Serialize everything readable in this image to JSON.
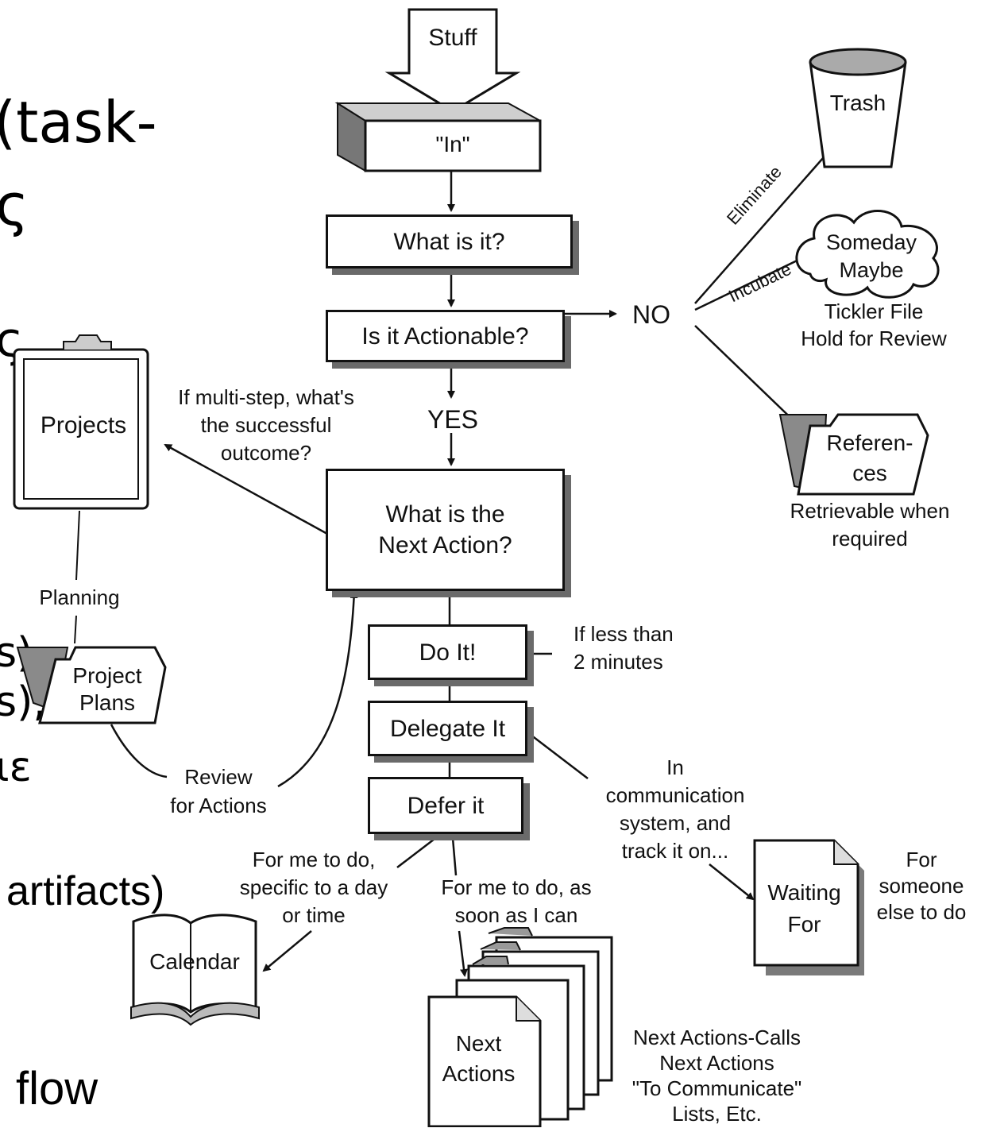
{
  "slide_text": {
    "line1": "(task-",
    "line2": "ς",
    "line3": "ς",
    "line4": "s)",
    "line5": "s),",
    "line6": "ιε",
    "line7": "artifacts)",
    "line8": "flow"
  },
  "flow": {
    "stuff": "Stuff",
    "in": "\"In\"",
    "what_is_it": "What is it?",
    "is_actionable": "Is it Actionable?",
    "no": "NO",
    "yes": "YES",
    "next_action_line1": "What is the",
    "next_action_line2": "Next Action?",
    "do_it": "Do It!",
    "delegate_it": "Delegate It",
    "defer_it": "Defer it"
  },
  "no_branch": {
    "eliminate": "Eliminate",
    "incubate": "Incubate",
    "trash": "Trash",
    "someday_line1": "Someday",
    "someday_line2": "Maybe",
    "tickler_line1": "Tickler File",
    "tickler_line2": "Hold for Review",
    "references_line1": "Referen-",
    "references_line2": "ces",
    "retrievable_line1": "Retrievable when",
    "retrievable_line2": "required"
  },
  "projects": {
    "label": "Projects",
    "multistep_line1": "If multi-step, what's",
    "multistep_line2": "the successful",
    "multistep_line3": "outcome?",
    "planning": "Planning",
    "plans_line1": "Project",
    "plans_line2": "Plans",
    "review_line1": "Review",
    "review_line2": "for Actions"
  },
  "do_note": {
    "line1": "If less than",
    "line2": "2 minutes"
  },
  "delegate_note": {
    "line1": "In",
    "line2": "communication",
    "line3": "system, and",
    "line4": "track it on...",
    "waiting_line1": "Waiting",
    "waiting_line2": "For",
    "someone_line1": "For",
    "someone_line2": "someone",
    "someone_line3": "else to do"
  },
  "defer_note": {
    "calendar_note_line1": "For me to do,",
    "calendar_note_line2": "specific to a day",
    "calendar_note_line3": "or time",
    "calendar": "Calendar",
    "asap_line1": "For me to do, as",
    "asap_line2": "soon as I can",
    "next_actions_line1": "Next",
    "next_actions_line2": "Actions",
    "lists_line1": "Next Actions-Calls",
    "lists_line2": "Next Actions",
    "lists_line3": "\"To Communicate\"",
    "lists_line4": "Lists, Etc."
  }
}
